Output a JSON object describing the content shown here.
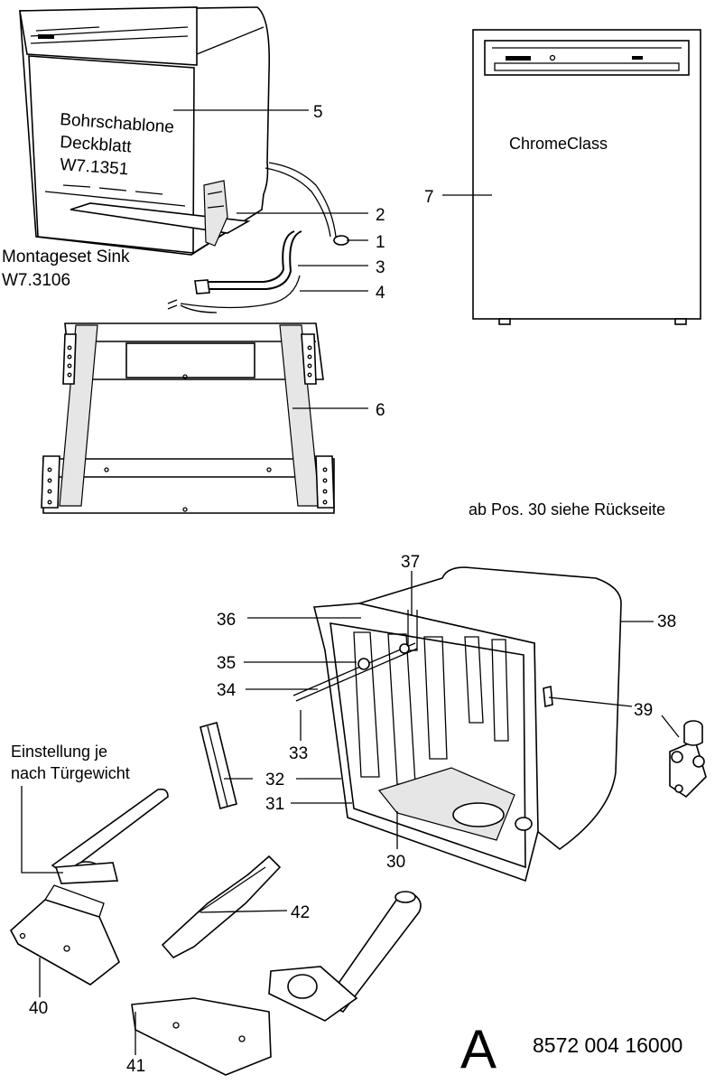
{
  "callouts": [
    "1",
    "2",
    "3",
    "4",
    "5",
    "6",
    "7",
    "30",
    "31",
    "32",
    "33",
    "34",
    "35",
    "36",
    "37",
    "38",
    "39",
    "40",
    "41",
    "42"
  ],
  "template_text": [
    "Bohrschablone",
    "Deckblatt",
    "W7.1351"
  ],
  "mounting_set": [
    "Montageset Sink",
    "W7.3106"
  ],
  "brand_text": "ChromeClass",
  "rear_note": "ab Pos. 30 siehe Rückseite",
  "door_weight_note": [
    "Einstellung je",
    "nach Türgewicht"
  ],
  "sheet": {
    "letter": "A",
    "code": "8572 004 16000"
  }
}
